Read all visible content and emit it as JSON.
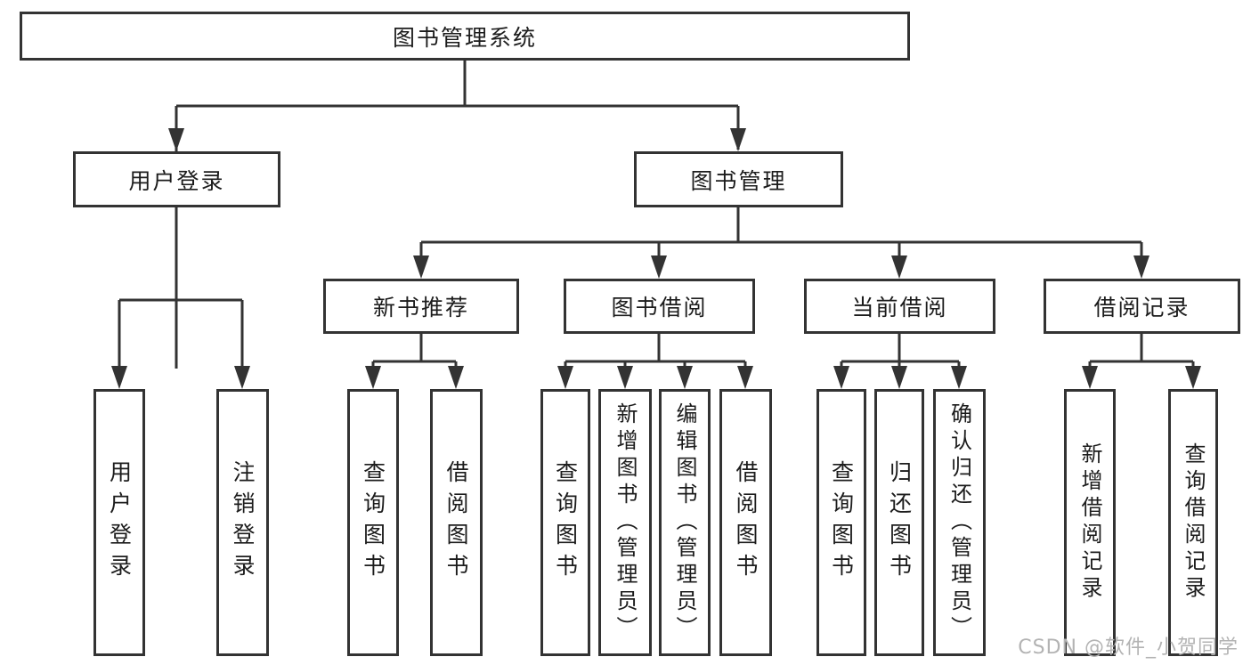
{
  "diagram": {
    "title": "图书管理系统",
    "branches": [
      {
        "label": "用户登录",
        "children": [
          "用户登录",
          "注销登录"
        ]
      },
      {
        "label": "图书管理",
        "groups": [
          {
            "label": "新书推荐",
            "children": [
              "查询图书",
              "借阅图书"
            ]
          },
          {
            "label": "图书借阅",
            "children": [
              "查询图书",
              "新增图书（管理员）",
              "编辑图书（管理员）",
              "借阅图书"
            ]
          },
          {
            "label": "当前借阅",
            "children": [
              "查询图书",
              "归还图书",
              "确认归还（管理员）"
            ]
          },
          {
            "label": "借阅记录",
            "children": [
              "新增借阅记录",
              "查询借阅记录"
            ]
          }
        ]
      }
    ],
    "line_color": "#333333"
  },
  "watermark": "CSDN @软件_小贺同学"
}
